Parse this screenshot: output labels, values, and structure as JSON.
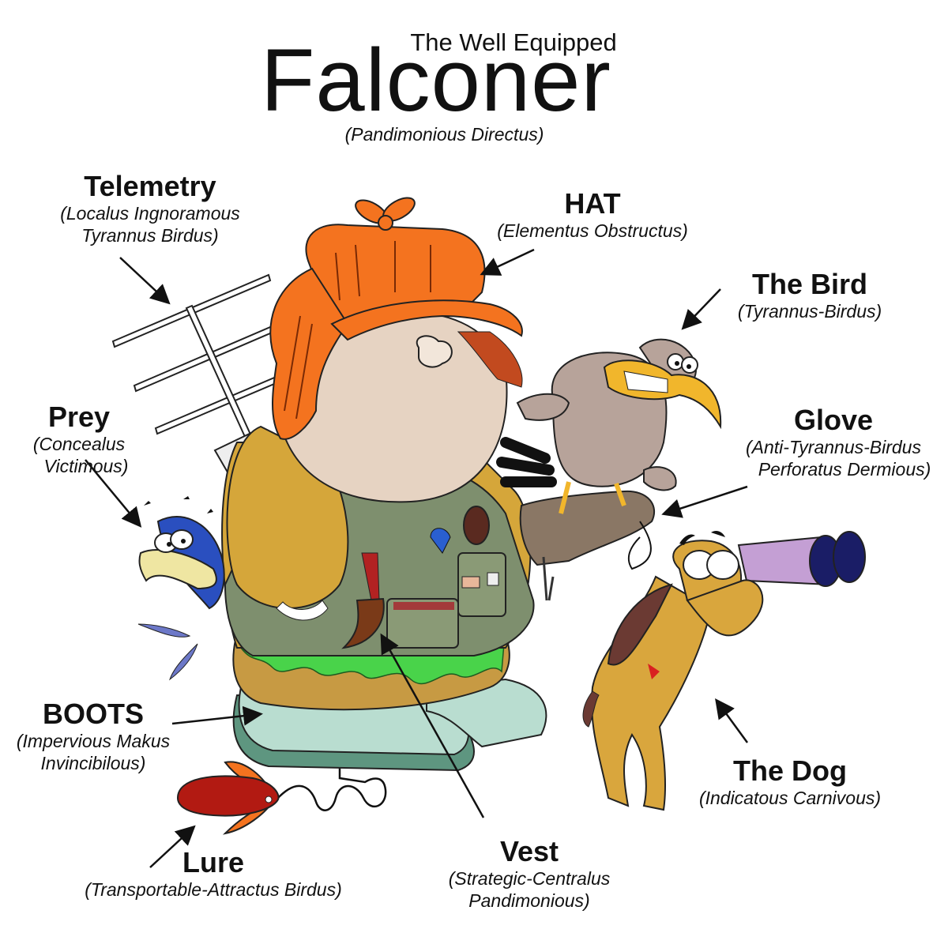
{
  "header": {
    "subtitle_top": "The Well Equipped",
    "title": "Falconer",
    "latin": "(Pandimonious Directus)"
  },
  "labels": {
    "telemetry": {
      "name": "Telemetry",
      "latin_1": "(Localus Ingnoramous",
      "latin_2": "Tyrannus Birdus)"
    },
    "hat": {
      "name": "HAT",
      "latin_1": "(Elementus Obstructus)"
    },
    "bird": {
      "name": "The Bird",
      "latin_1": "(Tyrannus-Birdus)"
    },
    "glove": {
      "name": "Glove",
      "latin_1": "(Anti-Tyrannus-Birdus",
      "latin_2": "Perforatus Dermious)"
    },
    "prey": {
      "name": "Prey",
      "latin_1": "(Concealus",
      "latin_2": "Victimous)"
    },
    "boots": {
      "name": "BOOTS",
      "latin_1": "(Impervious Makus",
      "latin_2": "Invincibilous)"
    },
    "lure": {
      "name": "Lure",
      "latin_1": "(Transportable-Attractus Birdus)"
    },
    "vest": {
      "name": "Vest",
      "latin_1": "(Strategic-Centralus",
      "latin_2": "Pandimonious)"
    },
    "dog": {
      "name": "The Dog",
      "latin_1": "(Indicatous Carnivous)"
    }
  },
  "colors": {
    "hat_orange": "#f4731f",
    "skin": "#e6d3c2",
    "jacket_mustard": "#d5a63a",
    "vest_green": "#7e8f6e",
    "camo_green": "#49d34a",
    "boots_mint": "#b9ddd0",
    "boots_dark": "#5e9680",
    "bird_gray": "#b7a39a",
    "beak_yellow": "#f1b62c",
    "glove_brown": "#8a7765",
    "dog_tan": "#d9a63d",
    "dog_ear": "#6b3a33",
    "binocular_purple": "#c49fd4",
    "lure_red": "#b21a12",
    "prey_blue": "#2a4fbf",
    "prey_beak": "#efe6a2"
  }
}
